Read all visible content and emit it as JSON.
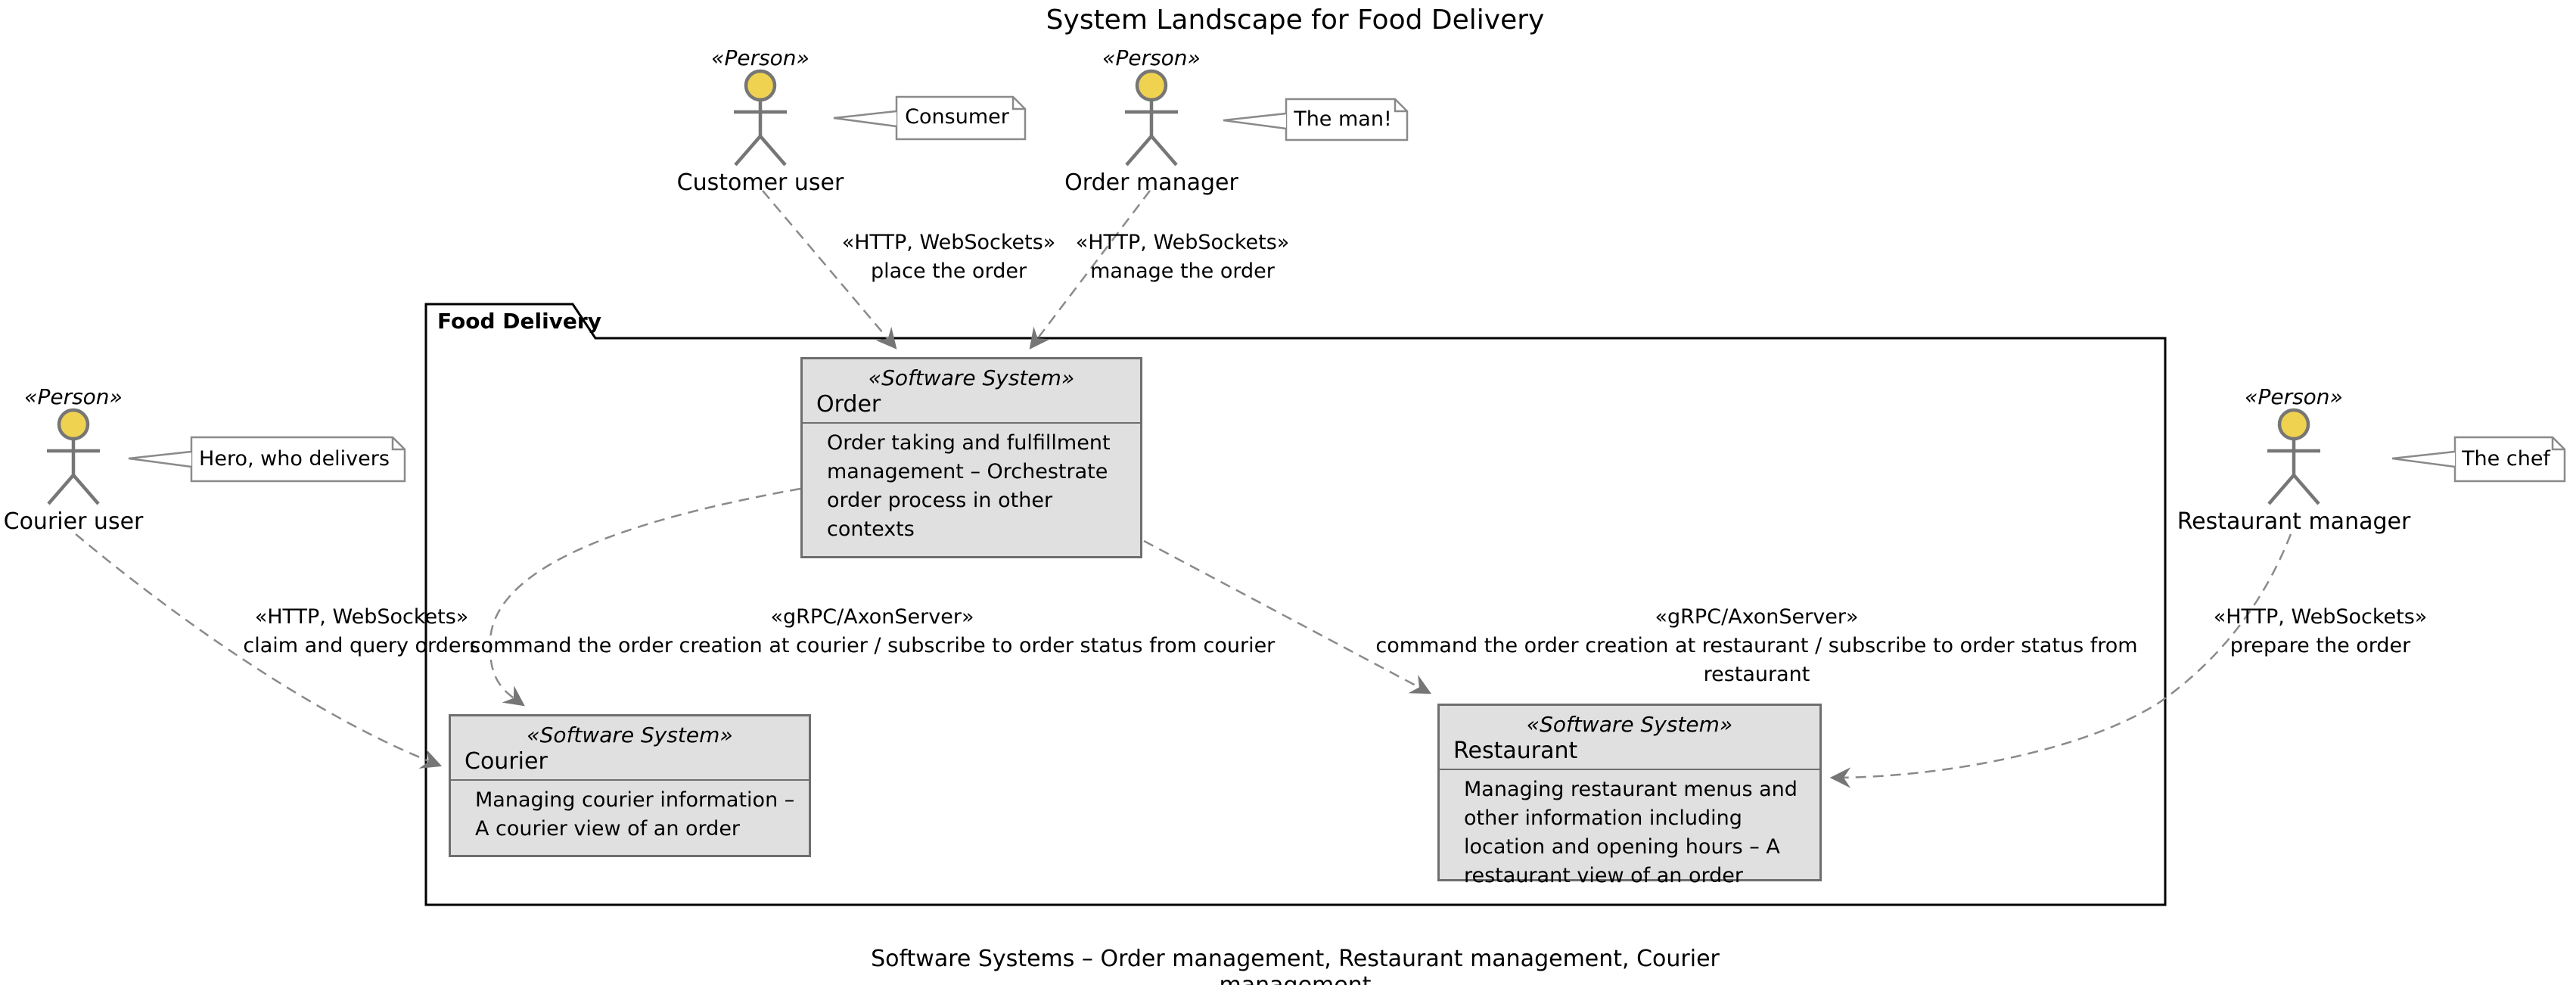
{
  "title": "System Landscape for Food Delivery",
  "caption": "Software Systems – Order management, Restaurant management, Courier management",
  "frame": {
    "label": "Food Delivery"
  },
  "colors": {
    "actor_head": "#EFD24F",
    "actor_stroke": "#767676",
    "system_fill": "#E0E0E0",
    "system_border": "#6E6E6E",
    "note_fill": "#FFFFFF",
    "note_border": "#8A8A8A",
    "relationship": "#8A8A8A",
    "frame_border": "#000000"
  },
  "actors": [
    {
      "stereotype": "«Person»",
      "name": "Customer user",
      "note": "Consumer"
    },
    {
      "stereotype": "«Person»",
      "name": "Order manager",
      "note": "The man!"
    },
    {
      "stereotype": "«Person»",
      "name": "Courier user",
      "note": "Hero, who delivers"
    },
    {
      "stereotype": "«Person»",
      "name": "Restaurant manager",
      "note": "The chef"
    }
  ],
  "systems": [
    {
      "stereotype": "«Software System»",
      "name": "Order",
      "description": "Order taking and fulfillment management – Orchestrate order process in other contexts"
    },
    {
      "stereotype": "«Software System»",
      "name": "Courier",
      "description": "Managing courier information – A courier view of an order"
    },
    {
      "stereotype": "«Software System»",
      "name": "Restaurant",
      "description": "Managing restaurant menus and other information including location and opening hours – A restaurant view of an order"
    }
  ],
  "relationships": [
    {
      "technology": "«HTTP, WebSockets»",
      "label": "place the order",
      "from": "Customer user",
      "to": "Order"
    },
    {
      "technology": "«HTTP, WebSockets»",
      "label": "manage the order",
      "from": "Order manager",
      "to": "Order"
    },
    {
      "technology": "«HTTP, WebSockets»",
      "label": "claim and query orders",
      "from": "Courier user",
      "to": "Courier"
    },
    {
      "technology": "«gRPC/AxonServer»",
      "label": "command the order creation at courier / subscribe to order status from courier",
      "from": "Order",
      "to": "Courier"
    },
    {
      "technology": "«gRPC/AxonServer»",
      "label": "command the order creation at restaurant / subscribe to order status from restaurant",
      "from": "Order",
      "to": "Restaurant"
    },
    {
      "technology": "«HTTP, WebSockets»",
      "label": "prepare the order",
      "from": "Restaurant manager",
      "to": "Restaurant"
    }
  ]
}
